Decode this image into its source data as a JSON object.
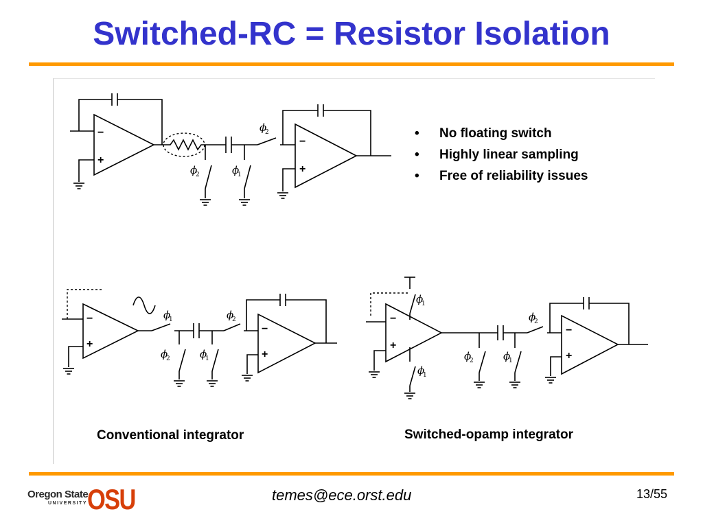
{
  "slide": {
    "title": "Switched-RC = Resistor Isolation",
    "bullets": [
      "No floating switch",
      "Highly linear sampling",
      "Free of reliability issues"
    ],
    "captions": {
      "conventional": "Conventional integrator",
      "switched_opamp": "Switched-opamp integrator"
    },
    "footer": {
      "email": "temes@ece.orst.edu",
      "page": "13/55"
    },
    "logo": {
      "name": "Oregon State",
      "sub": "UNIVERSITY",
      "mark": "OSU"
    },
    "accent_colors": {
      "title": "#3333cc",
      "rule": "#ff9900",
      "logo_mark": "#d73f09"
    }
  },
  "circuit_labels": {
    "phi": "ϕ",
    "sub1": "1",
    "sub2": "2",
    "minus": "−",
    "plus": "+"
  }
}
